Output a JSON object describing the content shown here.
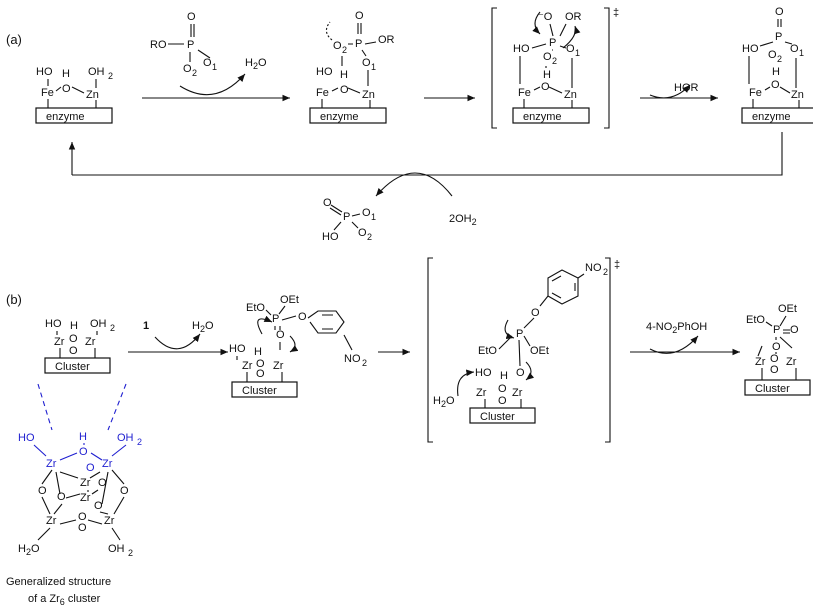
{
  "panel_a": {
    "label": "(a)",
    "fe": "Fe",
    "zn": "Zn",
    "ho": "HO",
    "h": "H",
    "o": "O",
    "oh2": "OH",
    "enzyme": "enzyme",
    "substrate_ro": "RO",
    "p": "P",
    "o1": "O",
    "o2": "O",
    "or": "OR",
    "h2o": "H",
    "hor": "HOR",
    "phosphate_ho": "HO",
    "two_oh2": "2OH",
    "dagger": "‡"
  },
  "panel_b": {
    "label": "(b)",
    "zr": "Zr",
    "ho": "HO",
    "h": "H",
    "o": "O",
    "oh2": "OH",
    "cluster": "Cluster",
    "reagent": "1",
    "h2o": "H",
    "eto": "EtO",
    "oet": "OEt",
    "p": "P",
    "no2": "NO",
    "product_leaving": "4-NO",
    "product_leaving_tail": "PhOH",
    "dagger": "‡"
  },
  "zr6": {
    "zr": "Zr",
    "o": "O",
    "h": "H",
    "ho": "HO",
    "oh2": "OH",
    "h2o": "H",
    "caption_line1": "Generalized structure",
    "caption_line2_pre": "of a Zr",
    "caption_line2_post": " cluster",
    "six": "6"
  },
  "colors": {
    "blue": "#1f1fd0",
    "black": "#111111"
  }
}
